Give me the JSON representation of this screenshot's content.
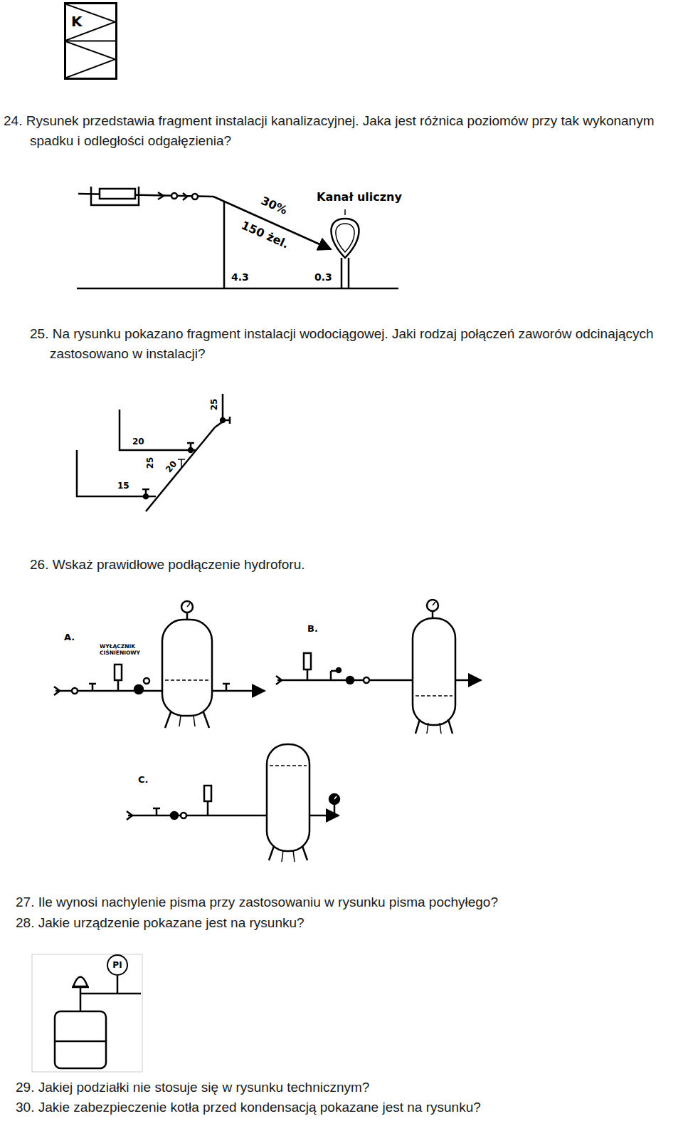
{
  "diagram": {
    "nodes": [
      {
        "text": [
          "K"
        ]
      },
      {
        "text": [
          "PI"
        ]
      }
    ],
    "labels": [
      "24. Rysunek przedstawia fragment instalacji kanalizacyjnej.  Jaka jest różnica poziomów przy tak wykonanym spadku i odległości odgałęzienia?",
      "30%",
      "150 żel.",
      "Kanał uliczny",
      "4.3",
      "0.3",
      "25. Na rysunku pokazano fragment instalacji wodociągowej. Jaki rodzaj połączeń zaworów odcinających zastosowano w instalacji?",
      "25",
      "20",
      "25",
      "20",
      "15",
      "26. Wskaż prawidłowe podłączenie hydroforu.",
      "A.",
      "WYŁĄCZNIK CIŚNIENIOWY",
      "B.",
      "C.",
      "27. Ile wynosi nachylenie pisma przy zastosowaniu w rysunku pisma pochyłego?",
      "28. Jakie urządzenie pokazane jest na rysunku?",
      "29. Jakiej podziałki nie stosuje się w rysunku technicznym?",
      "30. Jakie zabezpieczenie kotła przed kondensacją pokazane jest na rysunku?"
    ]
  }
}
